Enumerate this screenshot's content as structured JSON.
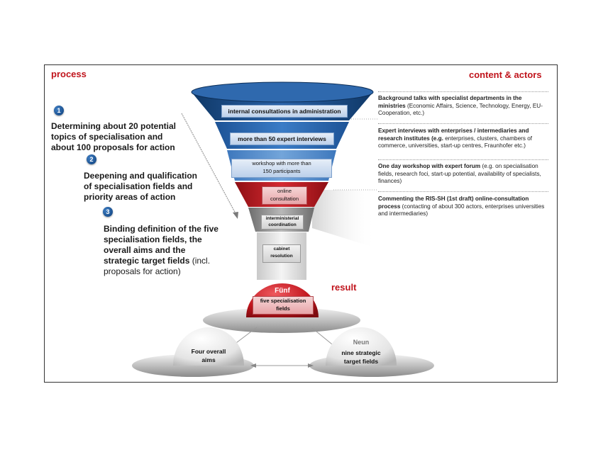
{
  "headers": {
    "process": "process",
    "content_actors": "content & actors",
    "result": "result"
  },
  "steps": [
    {
      "number": "1",
      "line1": "Determining about 20 potential",
      "line2": "topics of specialisation and",
      "line3": "about 100 proposals for action"
    },
    {
      "number": "2",
      "line1": "Deepening and qualification",
      "line2": "of specialisation fields and",
      "line3": "priority areas of action"
    },
    {
      "number": "3",
      "line1": "Binding definition of the five",
      "line2": "specialisation fields, the",
      "line3": "overall aims and the",
      "line4_bold": "strategic target fields",
      "line4_normal": " (incl.",
      "line5": "proposals for action)"
    }
  ],
  "funnel": {
    "level1": "internal consultations in administration",
    "level2": "more than 50 expert interviews",
    "level3_line1": "workshop with more than",
    "level3_line2": "150  participants",
    "level4_line1": "online",
    "level4_line2": "consultation",
    "level5_line1": "interministerial",
    "level5_line2": "coordination",
    "level6_line1": "cabinet",
    "level6_line2": "resolution"
  },
  "actors": [
    {
      "bold": "Background talks  with specialist departments in the ministries",
      "normal": " (Economic Affairs, Science, Technology, Energy, EU-Cooperation, etc.)"
    },
    {
      "bold": "Expert interviews with enterprises / intermediaries and research institutes (e.g.",
      "normal": " enterprises, clusters, chambers of commerce, universities, start-up centres, Fraunhofer etc.)"
    },
    {
      "bold": "One day workshop with expert forum",
      "normal": " (e.g. on specialisation fields, research foci, start-up potential, availability of specialists, finances)"
    },
    {
      "bold": "Commenting the RIS-SH (1st draft) online-consultation process",
      "normal": " (contacting of about 300 actors, enterprises universities and intermediaries)"
    }
  ],
  "results": {
    "center_title": "Fünf",
    "center_line1": "five specialisation",
    "center_line2": "fields",
    "left_line1": "Four overall",
    "left_line2": "aims",
    "right_title": "Neun",
    "right_line1": "nine strategic",
    "right_line2": "target fields"
  },
  "colors": {
    "accent_red": "#c0141c",
    "funnel_dark_blue": "#16467e",
    "funnel_mid_blue": "#2e6db4",
    "funnel_light_blue": "#5d92cf",
    "funnel_red": "#b8141c",
    "funnel_grey": "#8c8c8c"
  }
}
